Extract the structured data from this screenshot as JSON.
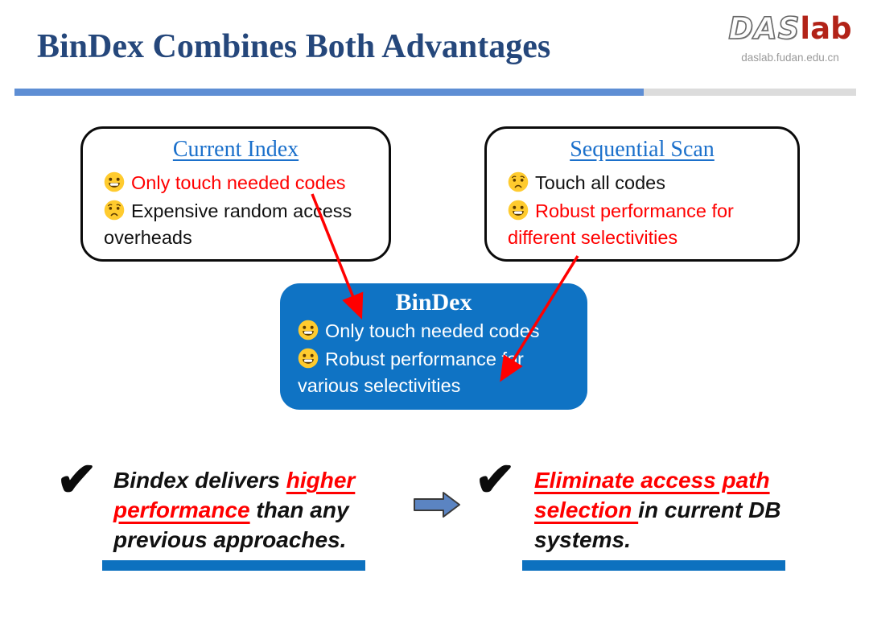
{
  "slide": {
    "title": "BinDex Combines Both Advantages"
  },
  "logo": {
    "das": "DAS",
    "lab": "lab",
    "url": "daslab.fudan.edu.cn"
  },
  "colors": {
    "title_navy": "#25477B",
    "heading_blue": "#1B70CB",
    "accent_red": "#FF0000",
    "center_box_blue": "#0F73C4",
    "underline_bar_blue": "#0D71BF",
    "divider_blue": "#5E8ED4",
    "divider_gray": "#DCDCDC",
    "logo_red": "#B22318",
    "emoji_yellow": "#FFCB2E"
  },
  "boxes": {
    "left": {
      "title": "Current Index",
      "bullets": [
        {
          "icon": "happy-emoji",
          "color": "red",
          "text": "Only touch needed codes"
        },
        {
          "icon": "worried-emoji",
          "color": "black",
          "text": "Expensive random access overheads"
        }
      ]
    },
    "right": {
      "title": "Sequential Scan",
      "bullets": [
        {
          "icon": "worried-emoji",
          "color": "black",
          "text": "Touch all codes"
        },
        {
          "icon": "happy-emoji",
          "color": "red",
          "text": "Robust performance for different selectivities"
        }
      ]
    },
    "center": {
      "title": "BinDex",
      "bullets": [
        {
          "icon": "happy-emoji",
          "text": "Only touch needed codes"
        },
        {
          "icon": "happy-emoji",
          "text": "Robust performance for various selectivities"
        }
      ]
    }
  },
  "conclusions": {
    "left": {
      "check": "✔",
      "line1_black": "Bindex delivers ",
      "line1_red": "higher",
      "line2_red": "performance",
      "line2_black": " than any",
      "line3_black": "previous approaches."
    },
    "right": {
      "check": "✔",
      "line1_red": "Eliminate access path",
      "line2_red": "selection ",
      "line2_black": "in current DB",
      "line3_black": "systems."
    }
  }
}
